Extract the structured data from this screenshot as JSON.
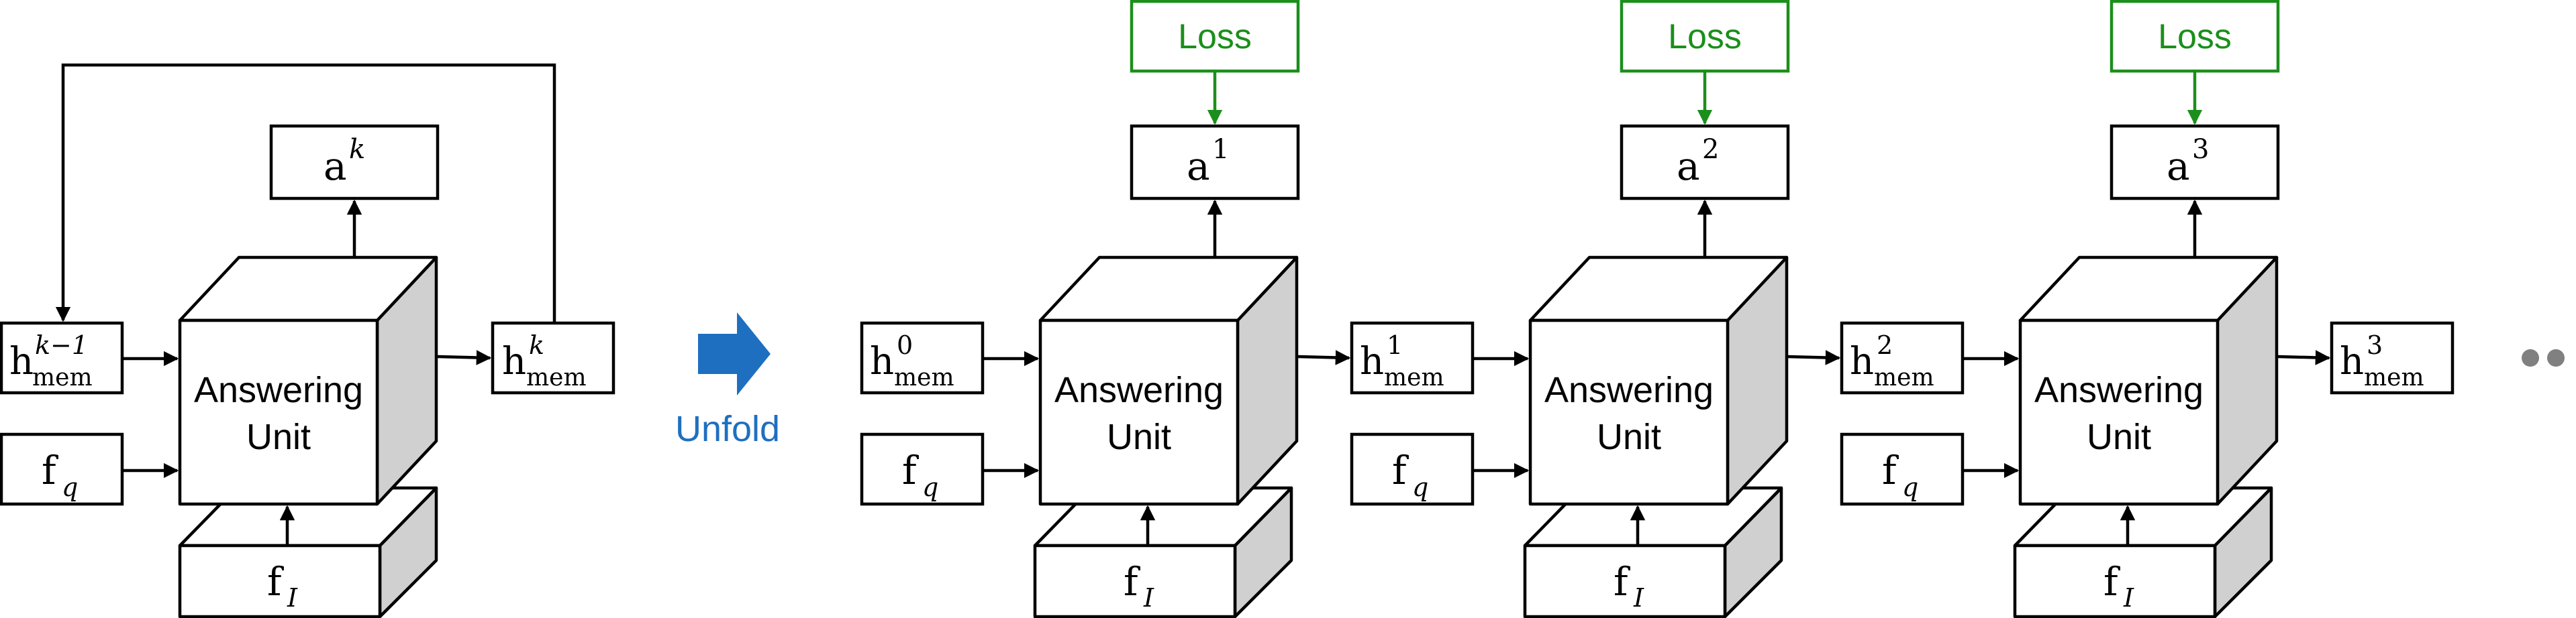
{
  "rolled": {
    "output_base": "a",
    "output_sup": "k",
    "h_base": "h",
    "mem_sub": "mem",
    "h_in_sup": "k−1",
    "h_out_sup": "k",
    "fq_base": "f",
    "fq_sub": "q",
    "fi_base": "f",
    "fi_sub": "I",
    "unit_line1": "Answering",
    "unit_line2": "Unit"
  },
  "unfold_label": "Unfold",
  "unrolled": {
    "loss_label": "Loss",
    "unit_line1": "Answering",
    "unit_line2": "Unit",
    "steps": [
      {
        "out_base": "a",
        "out_sup": "1",
        "h_in_sup": "0",
        "fq_base": "f",
        "fq_sub": "q",
        "fi_base": "f",
        "fi_sub": "I"
      },
      {
        "out_base": "a",
        "out_sup": "2",
        "h_in_sup": "1",
        "fq_base": "f",
        "fq_sub": "q",
        "fi_base": "f",
        "fi_sub": "I"
      },
      {
        "out_base": "a",
        "out_sup": "3",
        "h_in_sup": "2",
        "fq_base": "f",
        "fq_sub": "q",
        "fi_base": "f",
        "fi_sub": "I"
      }
    ],
    "final_h": {
      "base": "h",
      "sup": "3",
      "sub": "mem"
    },
    "ellipsis": "• • •"
  },
  "colors": {
    "loss": "#1b8f1b",
    "unfold_arrow": "#1f6fc0",
    "cube_side": "#d0d0d0"
  }
}
